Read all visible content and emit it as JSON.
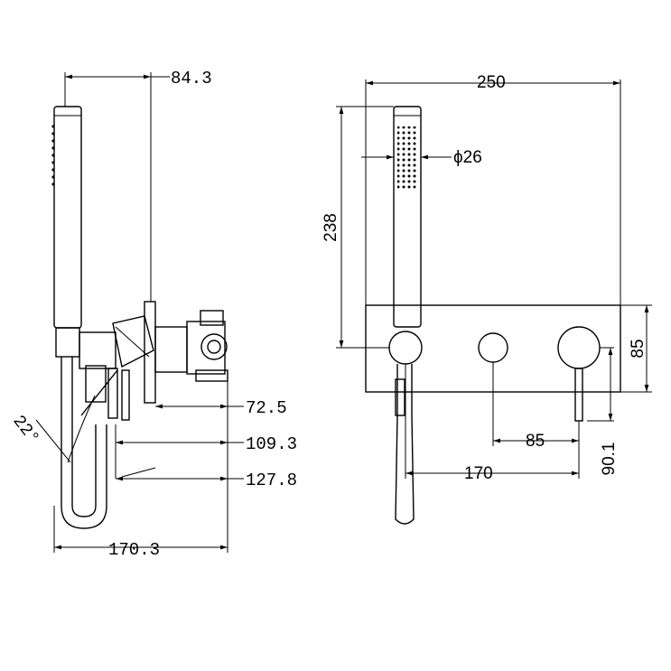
{
  "side_view": {
    "dims": {
      "d_84_3": "84.3",
      "d_72_5": "72.5",
      "d_109_3": "109.3",
      "d_127_8": "127.8",
      "d_170_3": "170.3",
      "angle": "22°"
    }
  },
  "front_view": {
    "dims": {
      "d_250": "250",
      "d_26": "ϕ26",
      "d_238": "238",
      "d_85_right": "85",
      "d_85_bottom": "85",
      "d_90_1": "90.1",
      "d_170": "170"
    }
  }
}
